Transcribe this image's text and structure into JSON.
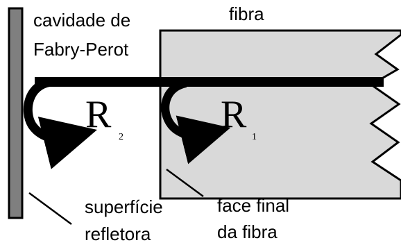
{
  "labels": {
    "cavity_line1": "cavidade de",
    "cavity_line2": "Fabry-Perot",
    "fiber": "fibra",
    "reflector_line1": "superfície",
    "reflector_line2": "refletora",
    "endface_line1": "face final",
    "endface_line2": "da fibra"
  },
  "reflections": {
    "r2": {
      "letter": "R",
      "subscript": "2"
    },
    "r1": {
      "letter": "R",
      "subscript": "1"
    }
  },
  "colors": {
    "fiber_fill": "#d9d9d9",
    "reflector_fill": "#7f7f7f",
    "ink": "#000000"
  }
}
